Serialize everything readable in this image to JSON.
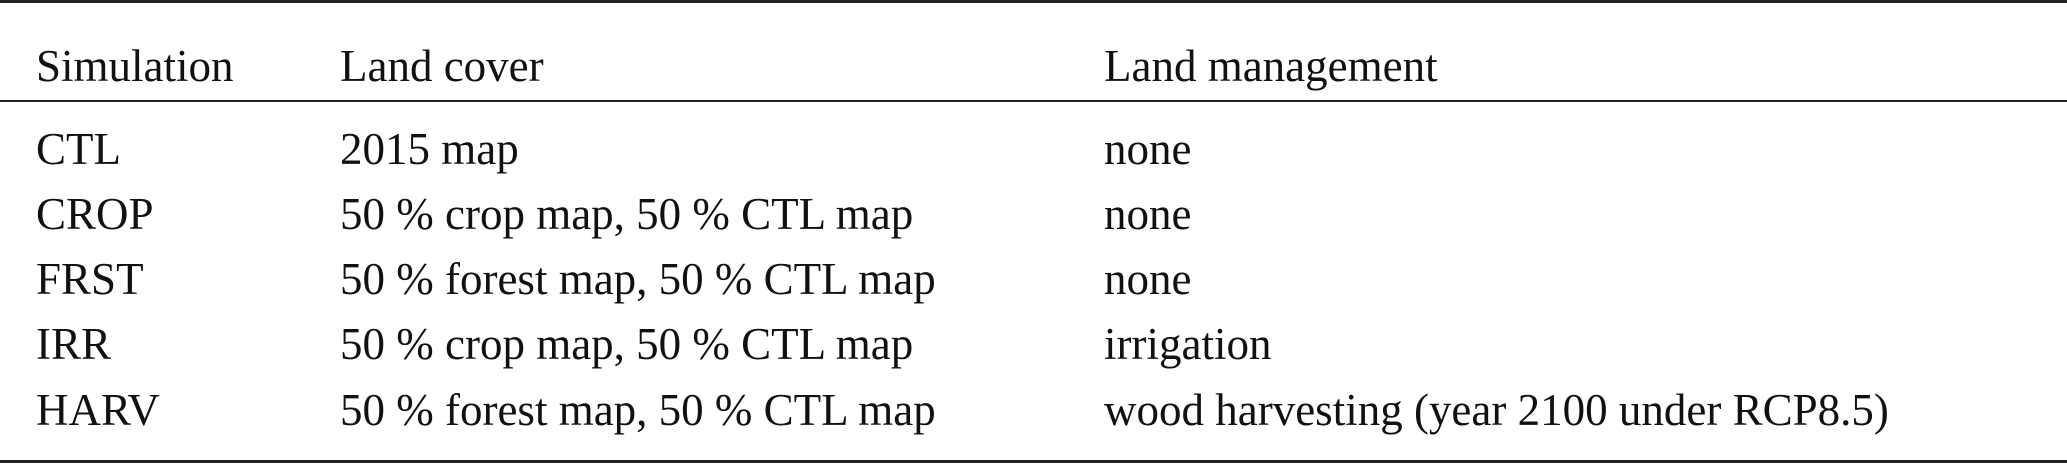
{
  "table": {
    "headers": [
      "Simulation",
      "Land cover",
      "Land management"
    ],
    "rows": [
      [
        "CTL",
        "2015 map",
        "none"
      ],
      [
        "CROP",
        "50 % crop map, 50 % CTL map",
        "none"
      ],
      [
        "FRST",
        "50 % forest map, 50 % CTL map",
        "none"
      ],
      [
        "IRR",
        "50 % crop map, 50 % CTL map",
        "irrigation"
      ],
      [
        "HARV",
        "50 % forest map, 50 % CTL map",
        "wood harvesting (year 2100 under RCP8.5)"
      ]
    ]
  }
}
